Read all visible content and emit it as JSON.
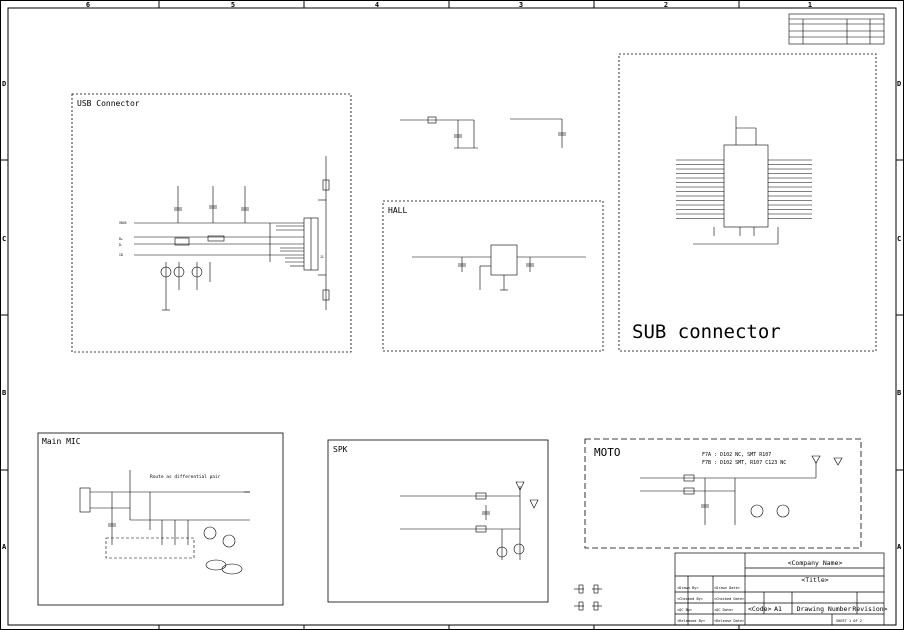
{
  "frame": {
    "cols": [
      "6",
      "5",
      "4",
      "3",
      "2",
      "1"
    ],
    "rows": [
      "D",
      "C",
      "B",
      "A"
    ]
  },
  "blocks": {
    "usb": "USB Connector",
    "hall": "HALL",
    "sub": "SUB connector",
    "mic": "Main MIC",
    "spk": "SPK",
    "moto": "MOTO"
  },
  "notes": {
    "mic_route": "Route as differential pair",
    "moto_f7a": "F7A : D102 NC, SMT R107",
    "moto_f7b": "F7B : D102 SMT, R107 C123 NC"
  },
  "title_block": {
    "company": "<Company Name>",
    "title": "<Title>",
    "code": "<Code>",
    "size": "A1",
    "drawing_number": "Drawing Number",
    "revision": "Revision>",
    "drawn_by": "<Drawn By>",
    "drawn_date": "<Drawn Date>",
    "checked_by": "<Checked By>",
    "checked_date": "<Checked Date>",
    "qc_by": "<QC By>",
    "qc_date": "<QC Date>",
    "released_by": "<Released By>",
    "released_date": "<Release Date>",
    "sheet": "SHEET 1 OF 2"
  }
}
